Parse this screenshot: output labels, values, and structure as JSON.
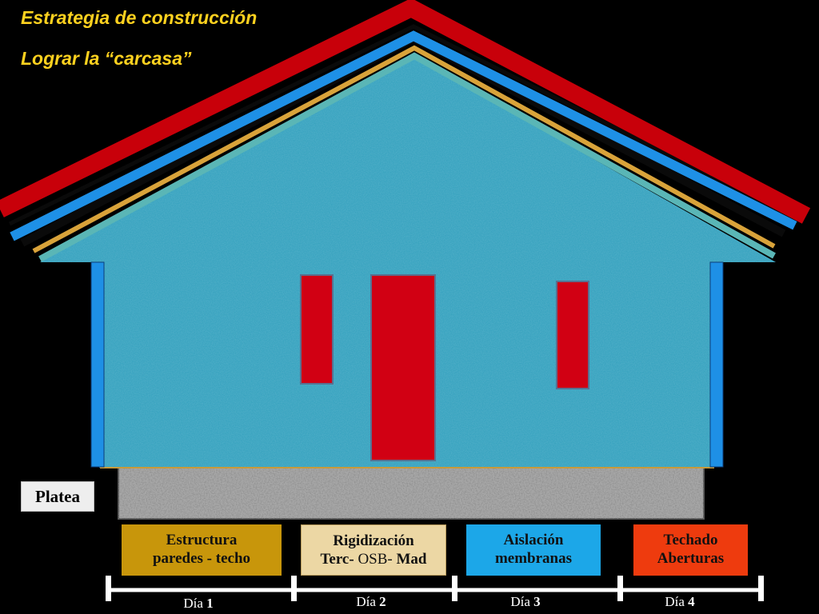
{
  "title": "Estrategia de construcción",
  "subtitle": "Lograr la  “carcasa”",
  "platea_label": "Platea",
  "stages": [
    {
      "line1": "Estructura",
      "line2": "paredes - techo",
      "color": "#c8960b",
      "text_color": "#111111"
    },
    {
      "line1": "Rigidización",
      "line2_a": "Terc-",
      "line2_b": " OSB- ",
      "line2_c": "Mad",
      "color": "#ecd7a4",
      "text_color": "#111111"
    },
    {
      "line1": "Aislación",
      "line2": "membranas",
      "color": "#1ca7e8",
      "text_color": "#111111"
    },
    {
      "line1": "Techado",
      "line2": "Aberturas",
      "color": "#ee3b0e",
      "text_color": "#111111"
    }
  ],
  "days": [
    {
      "word": "Día",
      "num": "1"
    },
    {
      "word": "Día",
      "num": "2"
    },
    {
      "word": "Día",
      "num": "3"
    },
    {
      "word": "Día",
      "num": "4"
    }
  ],
  "colors": {
    "title": "#ffd21f",
    "wall": "#3aa4c0",
    "roof_red": "#c8000a",
    "roof_blue": "#1e90e6",
    "door_window": "#d10013",
    "foundation": "#a8a8a8",
    "timeline": "#ffffff"
  }
}
